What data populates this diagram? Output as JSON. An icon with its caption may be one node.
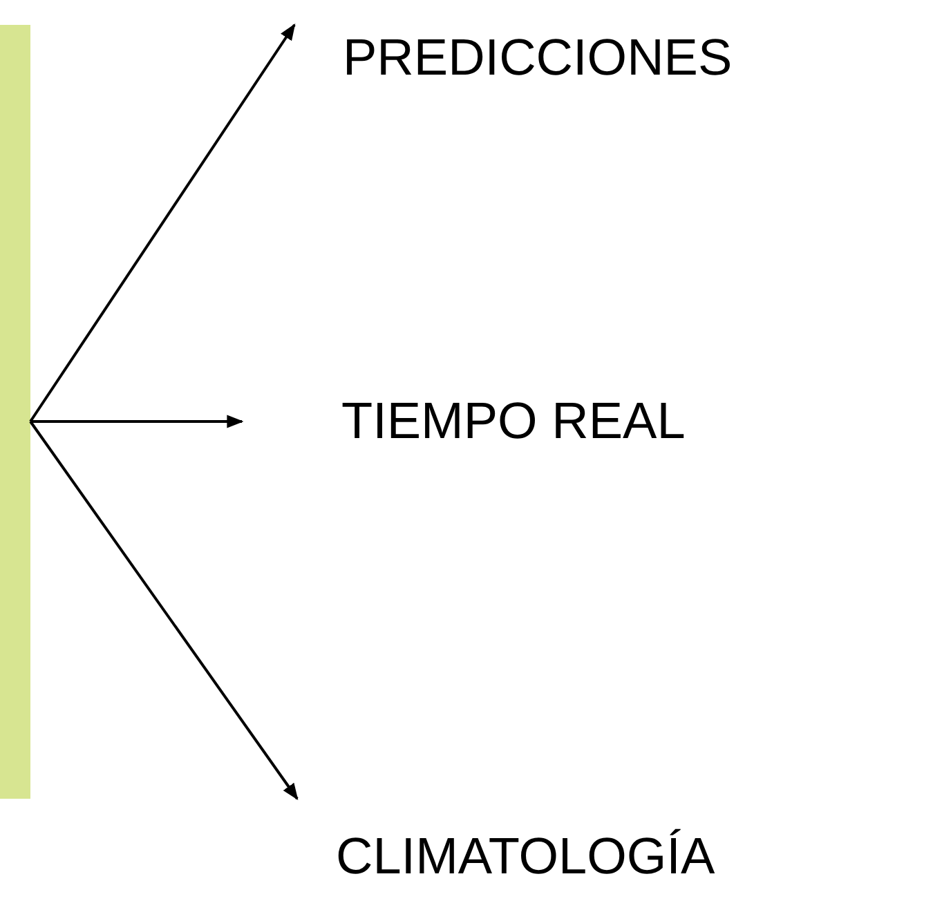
{
  "diagram": {
    "nodes": [
      {
        "text": [],
        "shape": "bar"
      },
      {
        "text": [
          "PREDICCIONES"
        ]
      },
      {
        "text": [
          "TIEMPO REAL"
        ]
      },
      {
        "text": [
          "CLIMATOLOGÍA"
        ]
      }
    ],
    "edges": [
      {
        "from": 0,
        "to": 1,
        "arrow": "to"
      },
      {
        "from": 0,
        "to": 2,
        "arrow": "to"
      },
      {
        "from": 0,
        "to": 3,
        "arrow": "to"
      }
    ]
  }
}
